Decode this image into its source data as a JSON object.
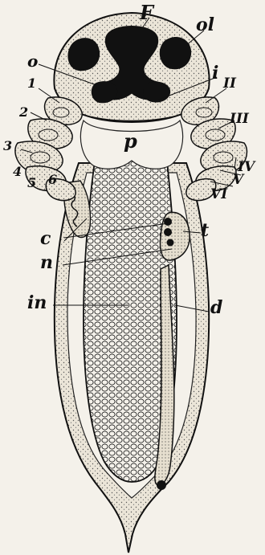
{
  "labels": {
    "F": "F",
    "ol": "ol",
    "o": "o",
    "i": "i",
    "one": "1",
    "two": "2",
    "three": "3",
    "four": "4",
    "five": "5",
    "six": "6",
    "II": "II",
    "III": "III",
    "IV": "IV",
    "V": "V",
    "VI": "VI",
    "p": "p",
    "c": "c",
    "t": "t",
    "n": "n",
    "in": "in",
    "d": "d"
  }
}
